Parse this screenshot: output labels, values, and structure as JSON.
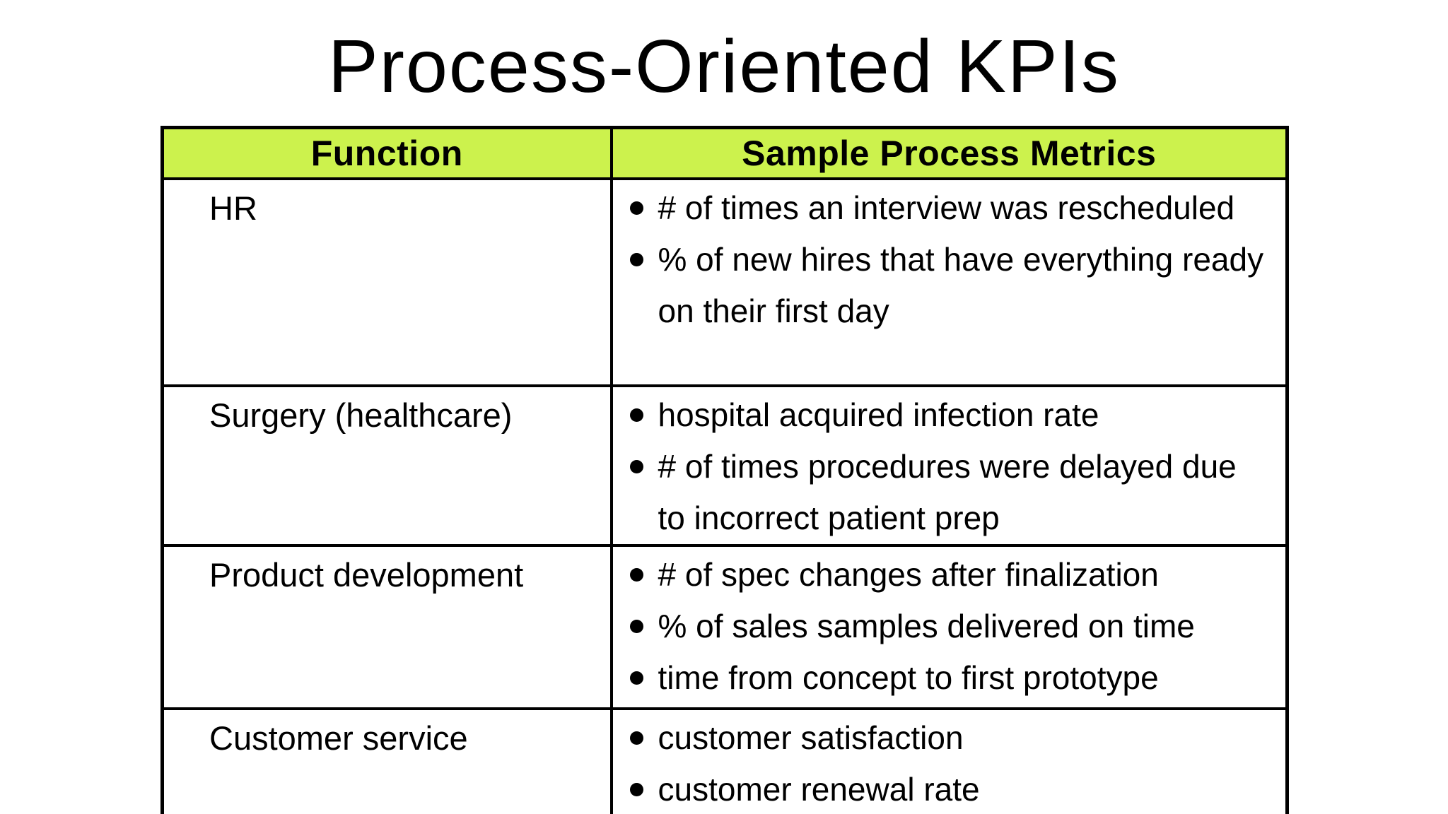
{
  "title": "Process-Oriented KPIs",
  "colors": {
    "page_bg": "#FFFFFF",
    "header_bg": "#CCF24D",
    "border": "#000000",
    "text": "#000000"
  },
  "table": {
    "headers": [
      "Function",
      "Sample Process Metrics"
    ],
    "rows": [
      {
        "function": "HR",
        "metrics": [
          "# of times an interview was rescheduled",
          "% of new hires that have everything ready on their first day"
        ]
      },
      {
        "function": "Surgery (healthcare)",
        "metrics": [
          "hospital acquired infection rate",
          "# of times procedures were delayed due to incorrect patient prep"
        ]
      },
      {
        "function": "Product development",
        "metrics": [
          "# of spec changes after finalization",
          "% of sales samples delivered on time",
          "time from concept to first prototype"
        ]
      },
      {
        "function": "Customer service",
        "metrics": [
          "customer satisfaction",
          "customer renewal rate"
        ]
      }
    ]
  }
}
